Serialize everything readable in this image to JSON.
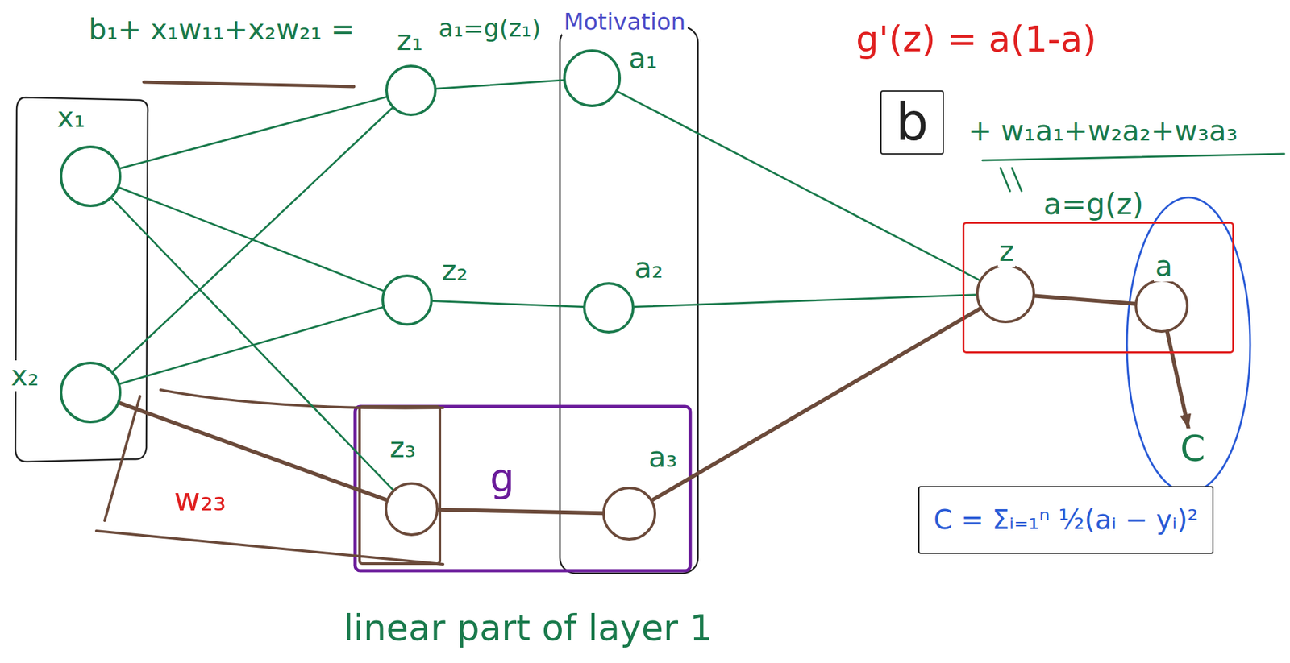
{
  "diagram": {
    "title": "Motivation",
    "nodes": [
      {
        "text": [
          "x₁"
        ]
      },
      {
        "text": [
          "x₂"
        ]
      },
      {
        "text": [
          "z₁"
        ]
      },
      {
        "text": [
          "z₂"
        ]
      },
      {
        "text": [
          "z₃"
        ]
      },
      {
        "text": [
          "a₁"
        ]
      },
      {
        "text": [
          "a₂"
        ]
      },
      {
        "text": [
          "a₃"
        ]
      },
      {
        "text": [
          "b"
        ]
      },
      {
        "text": [
          "a=g(z)"
        ]
      },
      {
        "text": [
          "z"
        ],
        "in": 9
      },
      {
        "text": [
          "a"
        ],
        "in": 9
      },
      {
        "text": [
          "C"
        ]
      },
      {
        "text": [
          "C = Σᵢ₌₁ⁿ ½(aᵢ − yᵢ)²"
        ]
      }
    ],
    "edges": [
      {
        "from": 0,
        "to": 2,
        "arrow": "none"
      },
      {
        "from": 0,
        "to": 3,
        "arrow": "none"
      },
      {
        "from": 0,
        "to": 4,
        "arrow": "none"
      },
      {
        "from": 1,
        "to": 2,
        "arrow": "none"
      },
      {
        "from": 1,
        "to": 3,
        "arrow": "none"
      },
      {
        "from": 1,
        "to": 4,
        "arrow": "none"
      },
      {
        "from": 2,
        "to": 5,
        "arrow": "none"
      },
      {
        "from": 3,
        "to": 6,
        "arrow": "none"
      },
      {
        "from": 4,
        "to": 7,
        "arrow": "none"
      },
      {
        "from": 5,
        "to": 10,
        "arrow": "none"
      },
      {
        "from": 6,
        "to": 10,
        "arrow": "none"
      },
      {
        "from": 7,
        "to": 10,
        "arrow": "none"
      },
      {
        "from": 10,
        "to": 11,
        "arrow": "none"
      },
      {
        "from": 11,
        "to": 12,
        "arrow": "to"
      }
    ],
    "labels": [
      "b₁+ x₁w₁₁+x₂w₂₁ =",
      "a₁=g(z₁)",
      "g'(z) = a(1-a)",
      "+ w₁a₁+w₂a₂+w₃a₃",
      "g",
      "w₂₃",
      "linear part of layer 1"
    ]
  }
}
